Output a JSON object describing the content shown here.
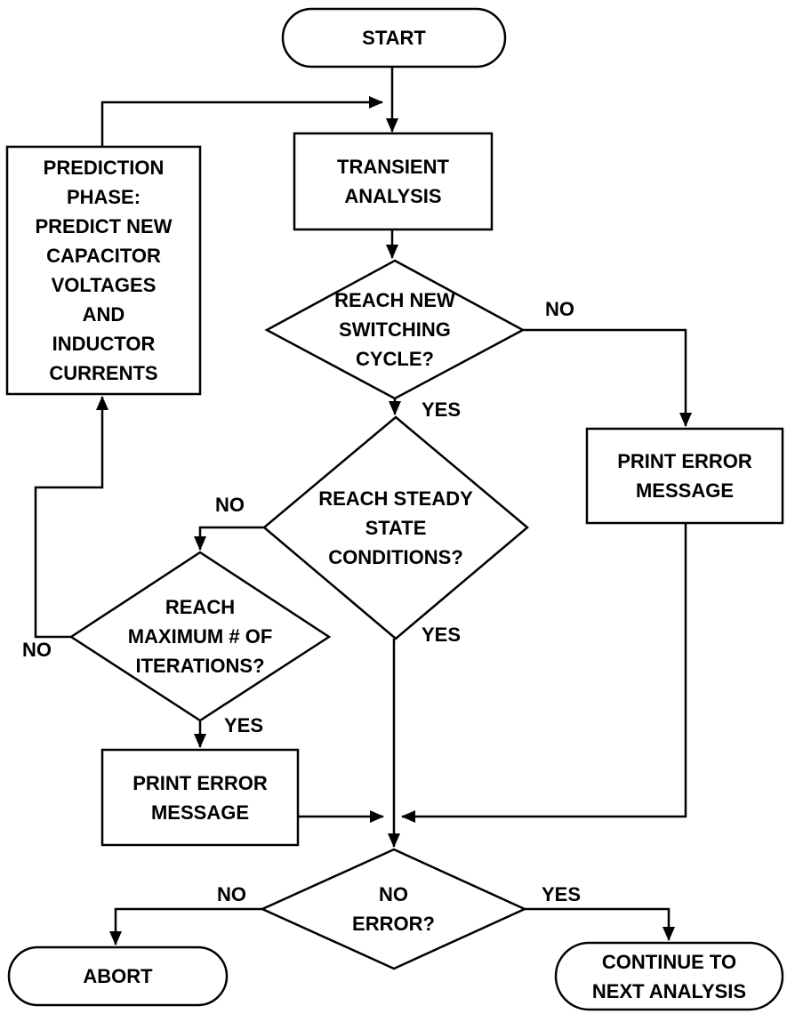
{
  "nodes": {
    "start": {
      "label": "START"
    },
    "prediction": {
      "label": "PREDICTION\nPHASE:\nPREDICT NEW\nCAPACITOR\nVOLTAGES\nAND\nINDUCTOR\nCURRENTS"
    },
    "transient": {
      "label": "TRANSIENT\nANALYSIS"
    },
    "switching": {
      "label": "REACH NEW\nSWITCHING\nCYCLE?"
    },
    "print_error_right": {
      "label": "PRINT ERROR\nMESSAGE"
    },
    "steady": {
      "label": "REACH STEADY\nSTATE\nCONDITIONS?"
    },
    "iterations": {
      "label": "REACH\nMAXIMUM # OF\nITERATIONS?"
    },
    "print_error_left": {
      "label": "PRINT ERROR\nMESSAGE"
    },
    "no_error": {
      "label": "NO\nERROR?"
    },
    "abort": {
      "label": "ABORT"
    },
    "continue_next": {
      "label": "CONTINUE TO\nNEXT ANALYSIS"
    }
  },
  "edge_labels": {
    "switching_no": "NO",
    "switching_yes": "YES",
    "steady_no": "NO",
    "steady_yes": "YES",
    "iterations_no": "NO",
    "iterations_yes": "YES",
    "no_error_no": "NO",
    "no_error_yes": "YES"
  },
  "colors": {
    "stroke": "#000000",
    "fill": "#ffffff"
  }
}
